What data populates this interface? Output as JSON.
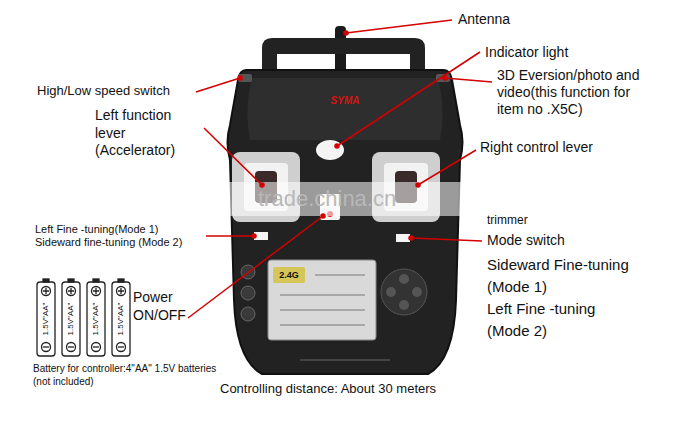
{
  "diagram": {
    "labels": [
      "Antenna",
      "Indicator light",
      "High/Low speed switch",
      "3D Eversion/photo and video(this function for item no .X5C)",
      "Left function lever (Accelerator)",
      "SYMA",
      "Right control lever",
      "trade.china.cn",
      "trimmer",
      "Left Fine -tuning(Mode 1)",
      "Sideward fine-tuning (Mode 2)",
      "Mode switch",
      "2.4G",
      "Power ON/OFF",
      "Sideward Fine-tuning (Mode 1)",
      "Left Fine -tuning (Mode 2)",
      "1.5V\"AA\"",
      "1.5V\"AA\"",
      "1.5V\"AA\"",
      "1.5V\"AA\"",
      "Battery for controller:4\"AA\" 1.5V batteries (not included)",
      "Controlling distance: About 30 meters"
    ]
  }
}
